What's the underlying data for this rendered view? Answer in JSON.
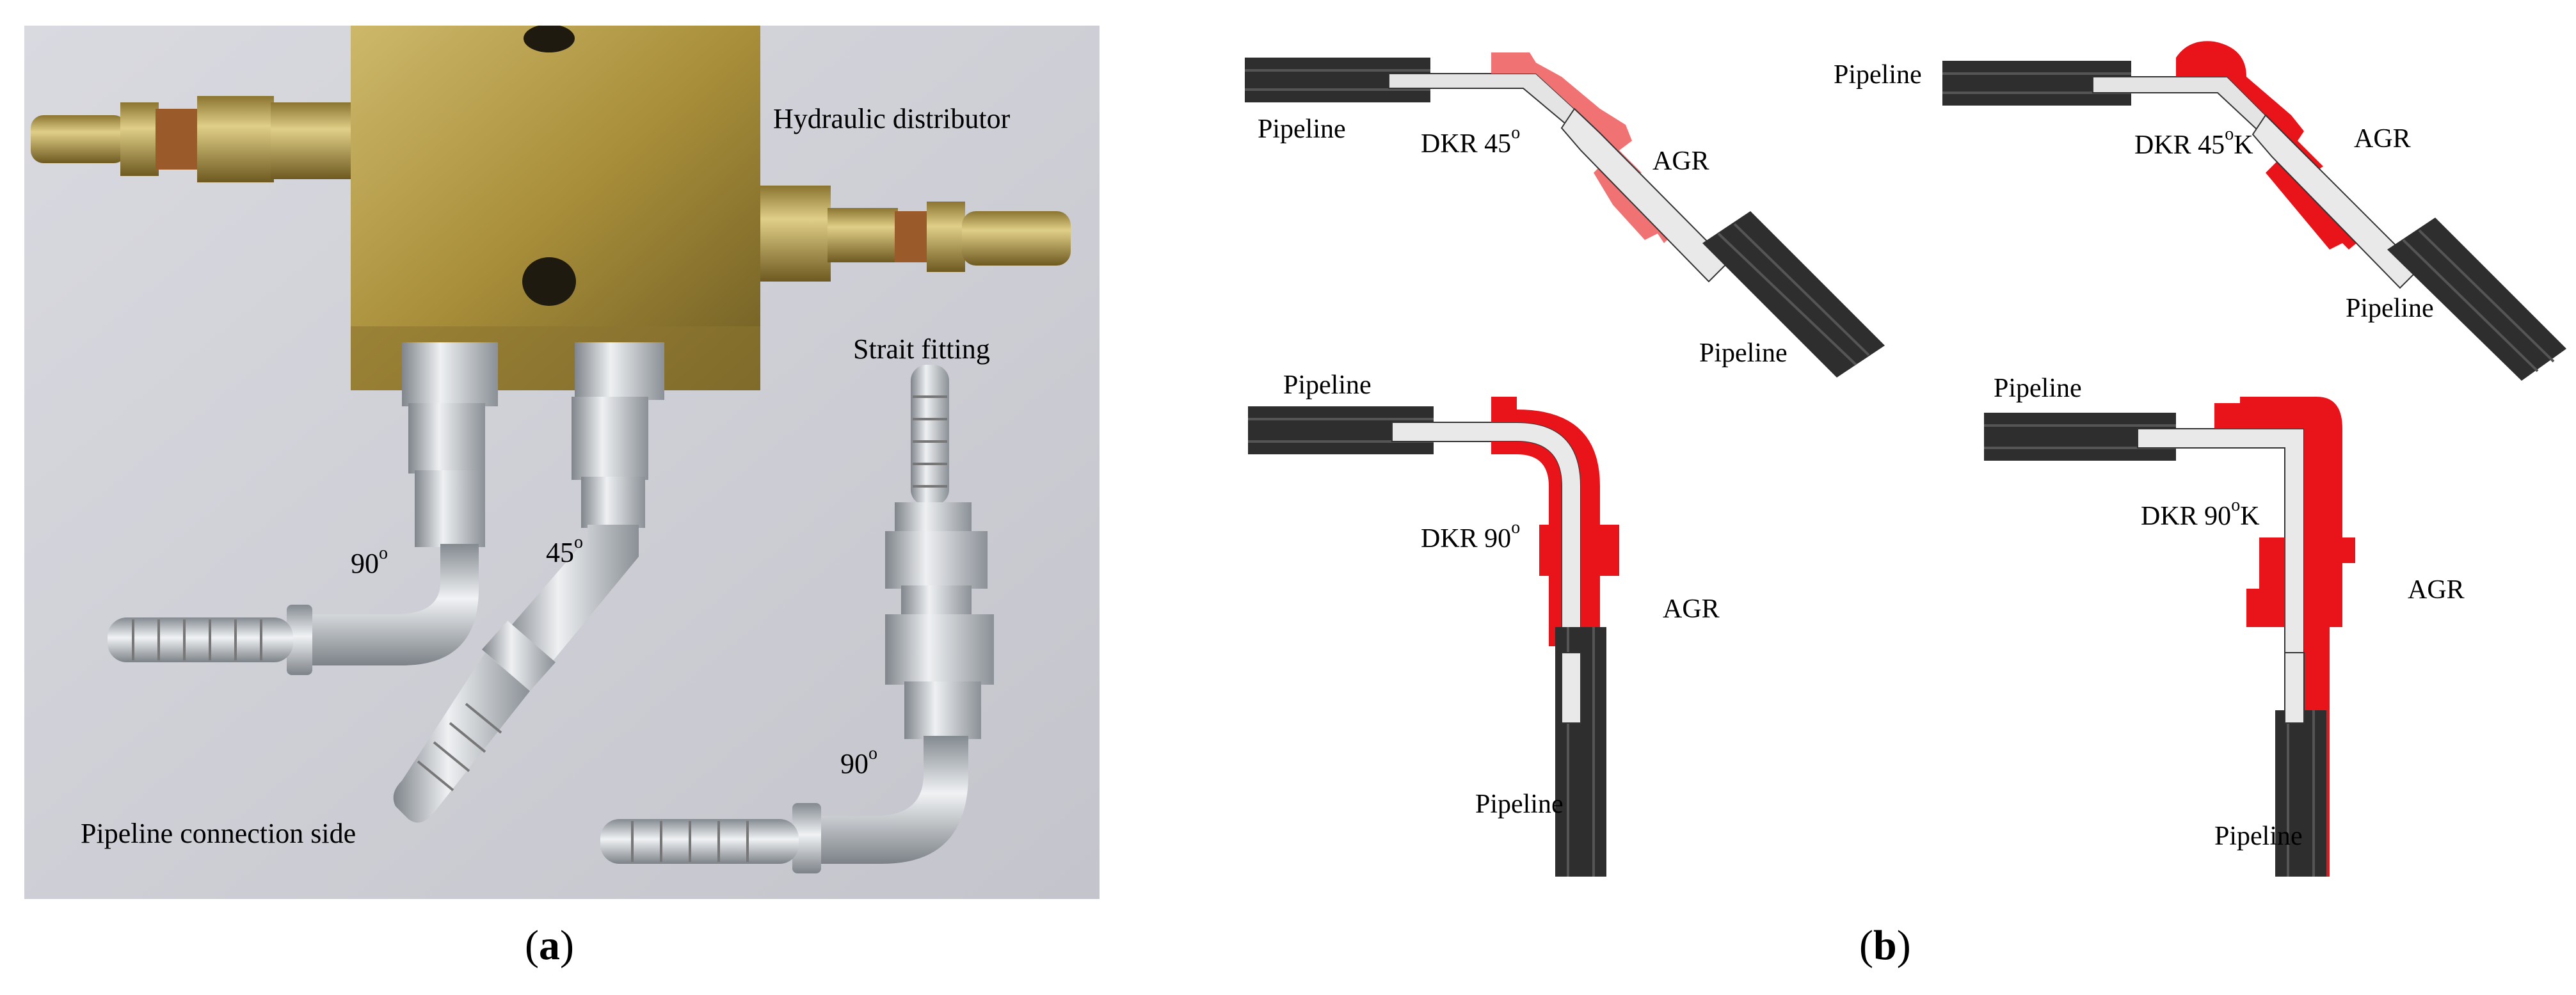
{
  "panel_a": {
    "labels": {
      "distributor": "Hydraulic distributor",
      "strait": "Strait fitting",
      "angle_90_left": "90",
      "angle_45": "45",
      "angle_90_right": "90",
      "degree_mark": "o",
      "connection_side": "Pipeline connection side"
    },
    "caption": {
      "open": "(",
      "letter": "a",
      "close": ")"
    }
  },
  "panel_b": {
    "dkr45": {
      "pipeline_left": "Pipeline",
      "pipeline_bottom": "Pipeline",
      "fitting": "DKR 45",
      "sup": "o",
      "suffix": "",
      "agr": "AGR"
    },
    "dkr45k": {
      "pipeline_left": "Pipeline",
      "pipeline_bottom": "Pipeline",
      "fitting": "DKR 45",
      "sup": "o",
      "suffix": "K",
      "agr": "AGR"
    },
    "dkr90": {
      "pipeline_left": "Pipeline",
      "pipeline_bottom": "Pipeline",
      "fitting": "DKR 90",
      "sup": "o",
      "suffix": "",
      "agr": "AGR"
    },
    "dkr90k": {
      "pipeline_left": "Pipeline",
      "pipeline_bottom": "Pipeline",
      "fitting": "DKR 90",
      "sup": "o",
      "suffix": "K",
      "agr": "AGR"
    },
    "caption": {
      "open": "(",
      "letter": "b",
      "close": ")"
    }
  },
  "colors": {
    "photo_bg": "#cfcfd6",
    "brass": "#b9a14e",
    "steel": "#c8ccd0",
    "hose": "#2e2e2e",
    "fitting_red": "#e8141a",
    "fitting_pink": "#f07272",
    "tube_light": "#e9e9e9"
  }
}
